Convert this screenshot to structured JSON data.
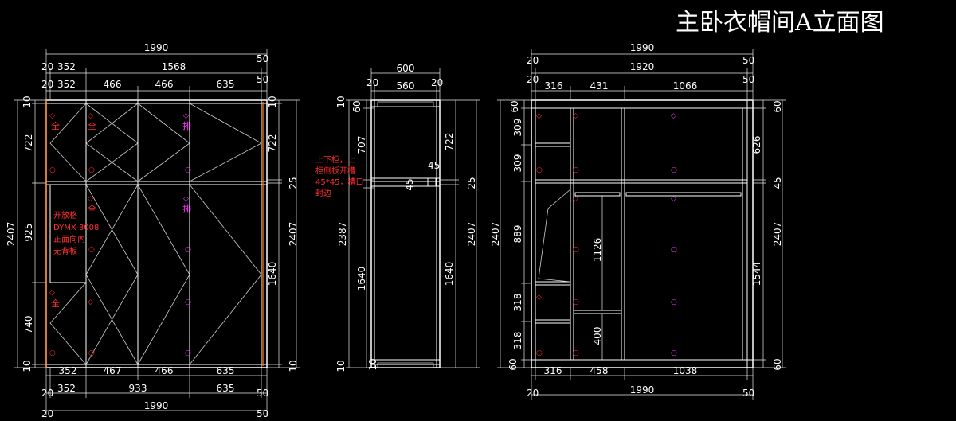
{
  "title": "主卧衣帽间A立面图",
  "colors": {
    "background": "#000000",
    "lines": "#ffffff",
    "red_marks": "#ff2e2e",
    "magenta_marks": "#ff35ff",
    "orange_edge": "#ff7a1a"
  },
  "views": {
    "front": {
      "top": {
        "total": "1990",
        "row2": [
          "20",
          "352",
          "1568",
          "50"
        ],
        "row3": [
          "20",
          "352",
          "466",
          "466",
          "635",
          "50"
        ]
      },
      "left": {
        "total": "2407",
        "parts": [
          "10",
          "722",
          "925",
          "740",
          "10"
        ]
      },
      "right": {
        "total": "2407",
        "parts": [
          "10",
          "722",
          "25",
          "1640",
          "10"
        ]
      },
      "bottom": {
        "row1": [
          "352",
          "467",
          "466",
          "635"
        ],
        "row2": [
          "20",
          "352",
          "933",
          "635",
          "50"
        ],
        "total": [
          "20",
          "1990",
          "50"
        ]
      },
      "note_lines": [
        "开放格",
        "DYMX-3008",
        "正面向內",
        "无背板"
      ]
    },
    "side": {
      "top": {
        "total": "600",
        "row": [
          "20",
          "560",
          "20"
        ]
      },
      "left": {
        "parts": [
          "60",
          "707",
          "45",
          "2387",
          "1640",
          "10"
        ]
      },
      "right": {
        "total": "25",
        "parts": [
          "722",
          "1640"
        ],
        "small": "45"
      },
      "note_lines": [
        "上下柜，上",
        "柜侧板开槽",
        "45*45，槽口",
        "封边"
      ]
    },
    "interior": {
      "top": {
        "total": "1990",
        "row2": [
          "20",
          "1920",
          "50"
        ],
        "row3": [
          "20",
          "316",
          "431",
          "1066",
          "50"
        ]
      },
      "left": {
        "total": "2407",
        "parts": [
          "60",
          "309",
          "309",
          "889",
          "318",
          "318",
          "60"
        ]
      },
      "right": {
        "total": "2407",
        "parts": [
          "60",
          "626",
          "45",
          "1544",
          "60"
        ]
      },
      "inner": [
        "1126",
        "400"
      ],
      "bottom": {
        "row1": [
          "316",
          "458",
          "1038"
        ],
        "total": [
          "20",
          "1990",
          "50"
        ]
      }
    }
  }
}
